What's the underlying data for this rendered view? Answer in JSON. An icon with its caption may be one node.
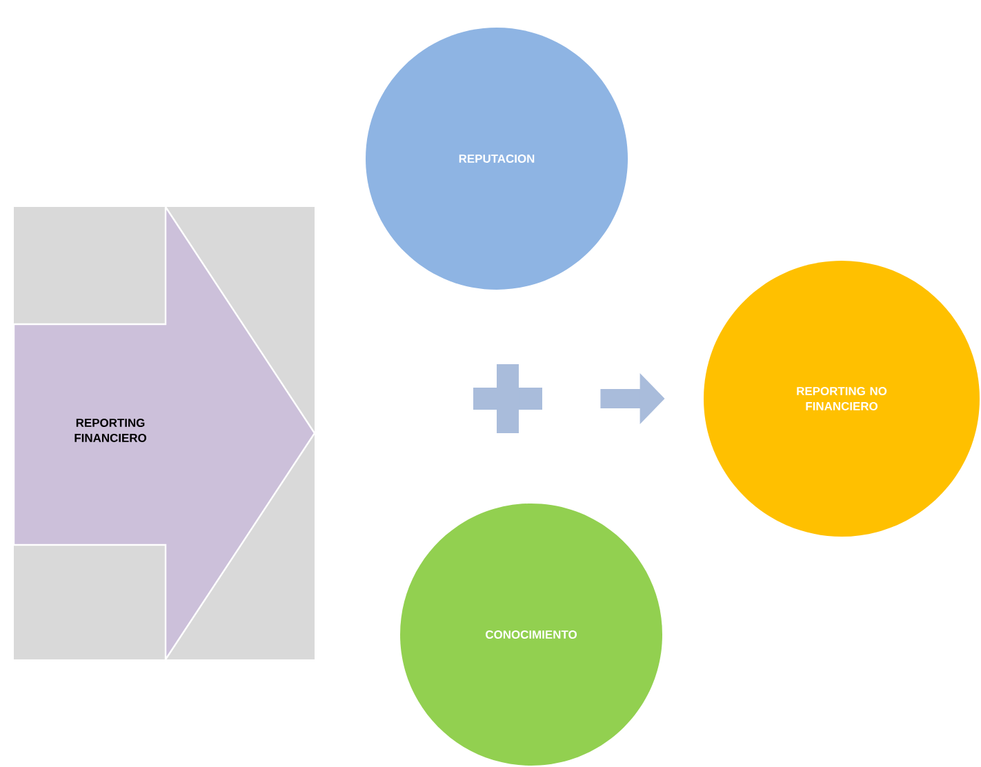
{
  "diagram": {
    "nodes": [
      {
        "text": [
          "REPORTING FINANCIERO"
        ]
      },
      {
        "text": [
          "REPUTACION"
        ]
      },
      {
        "text": [],
        "shape": "plus"
      },
      {
        "text": [
          "REPORTING NO FINANCIERO"
        ]
      },
      {
        "text": [
          "CONOCIMIENTO"
        ]
      }
    ],
    "edges": [
      {
        "from": 2,
        "to": 3,
        "arrow": "to"
      }
    ]
  }
}
